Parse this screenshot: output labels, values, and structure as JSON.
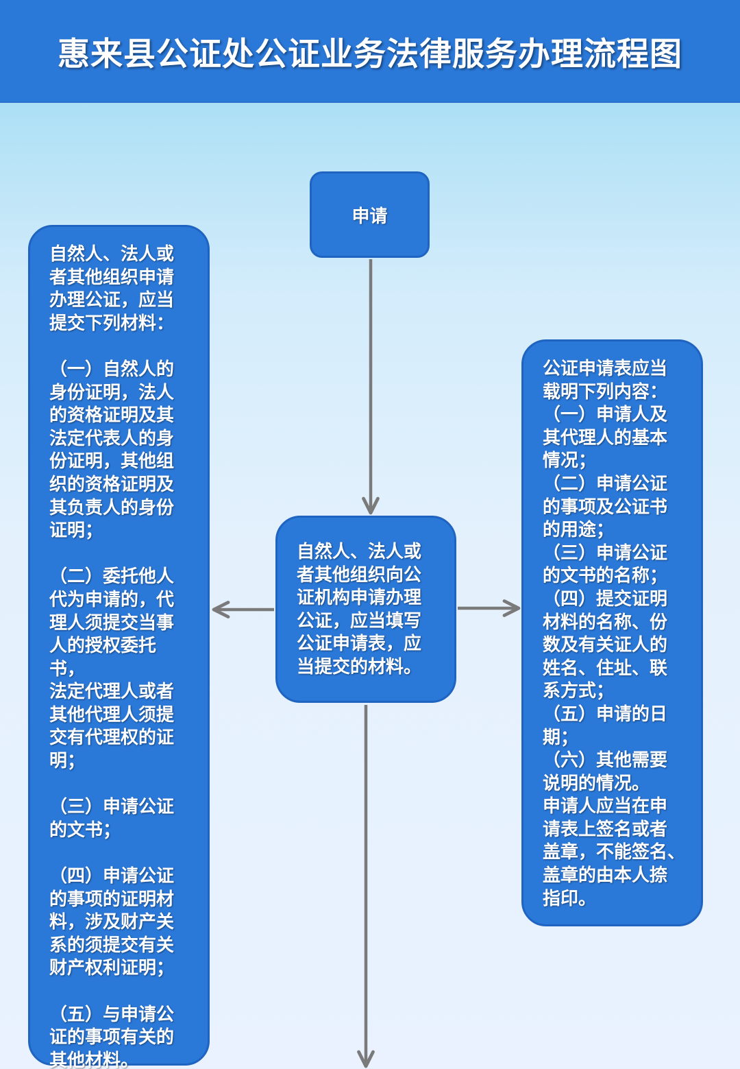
{
  "title": "惠来县公证处公证业务法律服务办理流程图",
  "nodes": {
    "apply": "申请",
    "center": "自然人、法人或\n者其他组织向公\n证机构申请办理\n公证，应当填写\n公证申请表，应\n当提交的材料。",
    "left": "自然人、法人或\n者其他组织申请\n办理公证，应当\n提交下列材料：\n\n（一）自然人的\n身份证明，法人\n的资格证明及其\n法定代表人的身\n份证明，其他组\n织的资格证明及\n其负责人的身份\n证明；\n\n（二）委托他人\n代为申请的，代\n理人须提交当事\n人的授权委托书，\n法定代理人或者\n其他代理人须提\n交有代理权的证\n明；\n\n（三）申请公证\n的文书；\n\n（四）申请公证\n的事项的证明材\n料，涉及财产关\n系的须提交有关\n财产权利证明；\n\n（五）与申请公\n证的事项有关的\n其他材料。",
    "right": "公证申请表应当\n载明下列内容：\n（一）申请人及\n其代理人的基本\n情况；\n（二）申请公证\n的事项及公证书\n的用途；\n（三）申请公证\n的文书的名称；\n（四）提交证明\n材料的名称、份\n数及有关证人的\n姓名、住址、联\n系方式；\n（五）申请的日\n期；\n（六）其他需要\n说明的情况。\n申请人应当在申\n请表上签名或者\n盖章，不能签名、\n盖章的由本人捺\n指印。"
  },
  "colors": {
    "box_fill": "#2a78d8",
    "arrow": "#7a7a7a",
    "text": "#ffffff"
  }
}
